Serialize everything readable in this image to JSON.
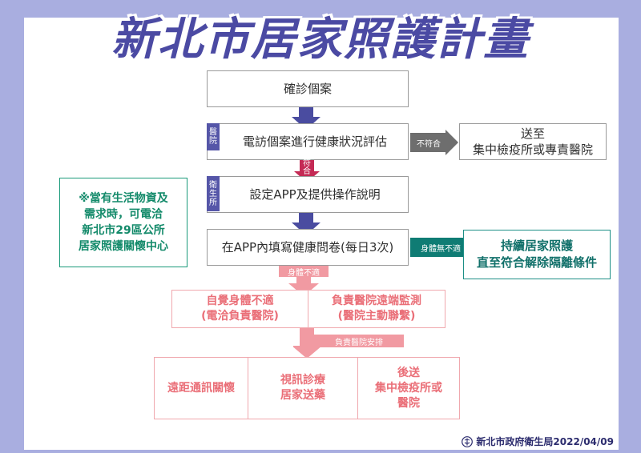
{
  "title": "新北市居家照護計畫",
  "flow": {
    "step1": "確診個案",
    "step2_tag": [
      "醫",
      "院"
    ],
    "step2": "電訪個案進行健康狀況評估",
    "no_match_label": "不符合",
    "side1": [
      "送至",
      "集中檢疫所或專責醫院"
    ],
    "match_label": [
      "符",
      "合"
    ],
    "step3_tag": [
      "衛",
      "生",
      "所"
    ],
    "step3": "設定APP及提供操作說明",
    "step4": "在APP內填寫健康問卷(每日3次)",
    "ok_label": "身體無不適",
    "side2": [
      "持續居家照護",
      "直至符合解除隔離條件"
    ],
    "unwell_label": "身體不適",
    "self_unwell": [
      "自覺身體不適",
      "(電洽負責醫院)"
    ],
    "remote_monitor": [
      "負責醫院遠端監測",
      "(醫院主動聯繫)"
    ],
    "hospital_arrange": "負責醫院安排",
    "opt1": "遠距通訊關懷",
    "opt2": [
      "視訊診療",
      "居家送藥"
    ],
    "opt3": [
      "後送",
      "集中檢疫所或",
      "醫院"
    ]
  },
  "note": [
    "※當有生活物資及",
    "需求時，可電洽",
    "新北市29區公所",
    "居家照護關懷中心"
  ],
  "footer": "新北市政府衛生局2022/04/09"
}
